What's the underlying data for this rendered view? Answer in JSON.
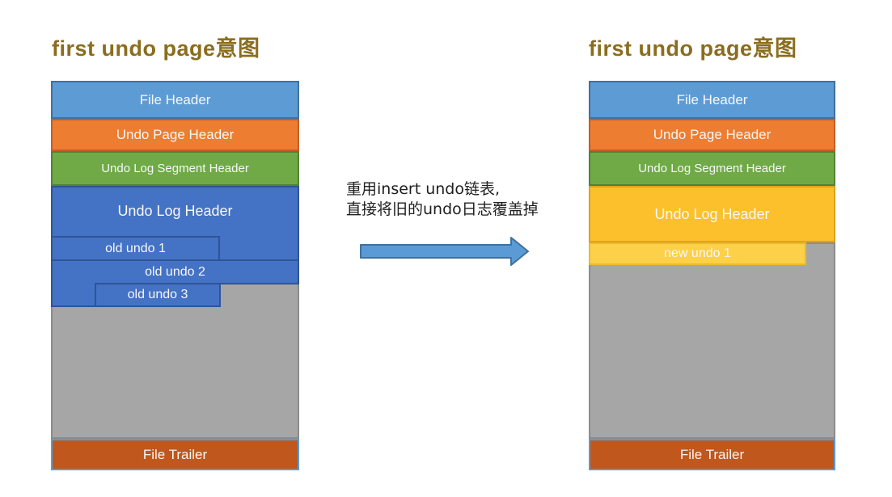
{
  "left_panel": {
    "title": "first undo page意图",
    "file_header": "File Header",
    "undo_page_header": "Undo Page Header",
    "undo_log_segment_header": "Undo Log Segment Header",
    "undo_log_header": "Undo Log Header",
    "old_undo_1": "old undo 1",
    "old_undo_2": "old undo 2",
    "old_undo_3": "old undo 3",
    "file_trailer": "File Trailer"
  },
  "annotation": {
    "line1": "重用insert undo链表,",
    "line2": "直接将旧的undo日志覆盖掉",
    "arrow_icon": "right-arrow"
  },
  "right_panel": {
    "title": "first undo page意图",
    "file_header": "File Header",
    "undo_page_header": "Undo Page Header",
    "undo_log_segment_header": "Undo Log Segment Header",
    "undo_log_header": "Undo Log Header",
    "new_undo_1": "new undo 1",
    "file_trailer": "File Trailer"
  },
  "colors": {
    "title_text": "#8a6d1e",
    "annotation_text": "#1f1f1f",
    "box_label_text": "#f7f7f7",
    "file_header_fill": "#5d9bd5",
    "file_header_border": "#41719c",
    "undo_page_header_fill": "#ed7d31",
    "undo_page_header_border": "#c55f25",
    "segment_header_fill": "#6faa47",
    "segment_header_border": "#538234",
    "undo_log_header_fill": "#4472c4",
    "undo_log_header_border": "#2e5597",
    "yellow_fill": "#fcc02c",
    "yellow_border": "#e0a219",
    "new_undo_fill": "#fdd049",
    "new_undo_border": "#e8ba2e",
    "gray_fill": "#a6a6a6",
    "gray_border": "#8c8c8c",
    "trailer_fill": "#c0571c",
    "trailer_border": "#5b9bd5",
    "arrow_fill": "#5b9bd5",
    "arrow_border": "#41719c"
  }
}
